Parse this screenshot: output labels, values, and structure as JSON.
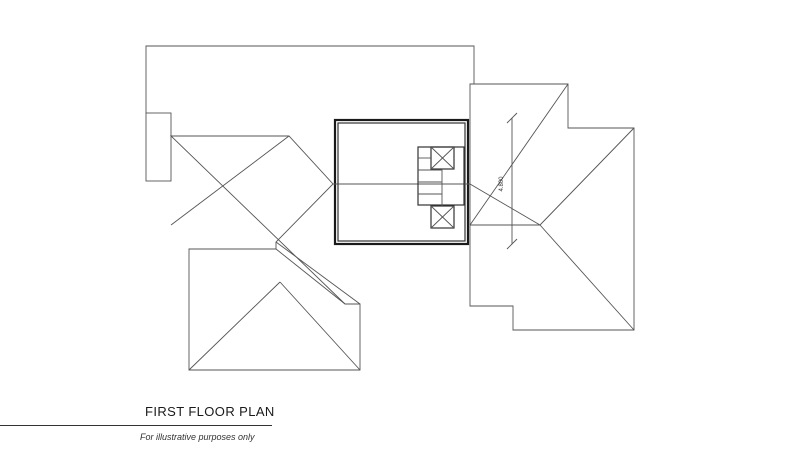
{
  "plan": {
    "title": "FIRST FLOOR PLAN",
    "subtitle": "For illustrative purposes only",
    "dimension_label": "4.800"
  },
  "colors": {
    "line": "#555555",
    "wall": "#1a1a1a",
    "background": "#ffffff"
  }
}
